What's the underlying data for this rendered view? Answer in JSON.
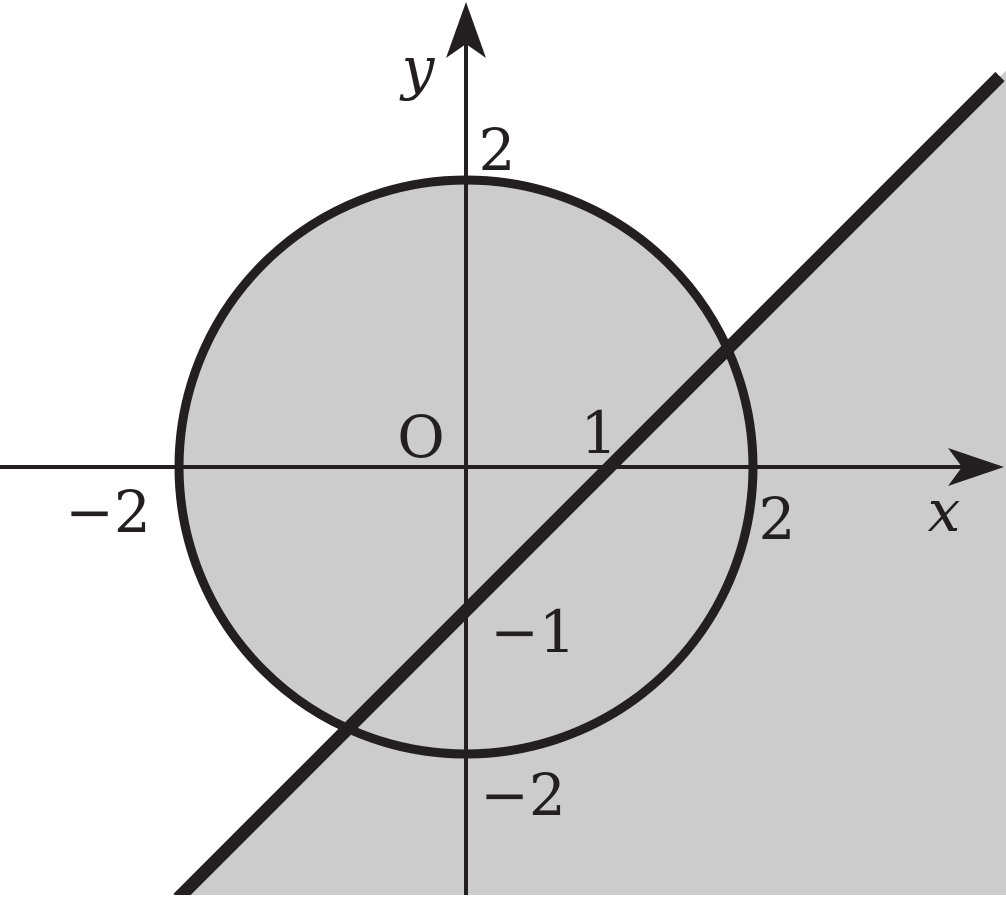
{
  "axes": {
    "x_label": "x",
    "y_label": "y",
    "origin_label": "O"
  },
  "ticks": {
    "x_neg2": "−2",
    "x_1": "1",
    "x_2": "2",
    "y_2": "2",
    "y_neg1": "−1",
    "y_neg2": "−2"
  },
  "diagram_data": {
    "circle": {
      "center": [
        0,
        0
      ],
      "radius": 2
    },
    "line": {
      "equation": "y = x - 1",
      "slope": 1,
      "intercept": -1
    },
    "region": "shaded where (x^2 + y^2 - 4)(y - x + 1) < 0",
    "x_range": [
      -2.85,
      1.78
    ],
    "y_range": [
      -1.51,
      1.62
    ],
    "colors": {
      "shade": "#cccccc",
      "ink": "#231f20",
      "background": "#ffffff"
    }
  }
}
